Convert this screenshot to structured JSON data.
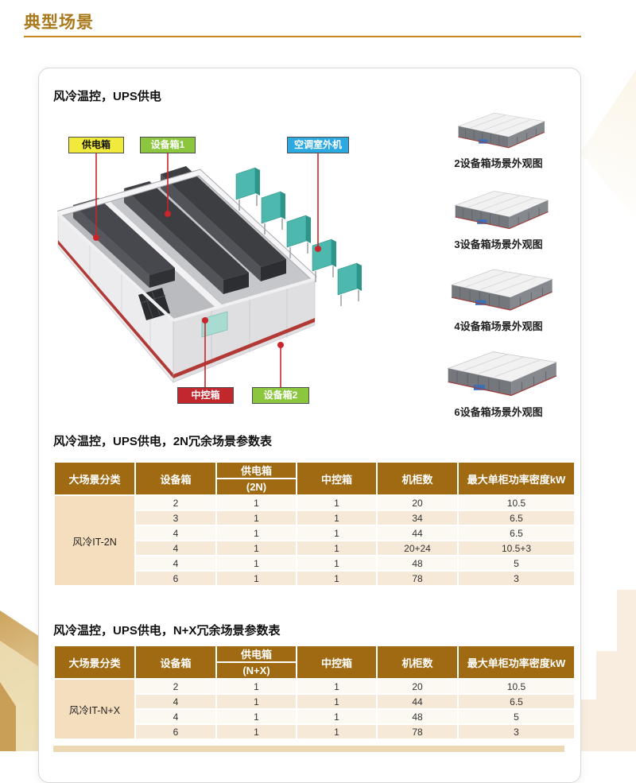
{
  "page": {
    "title": "典型场景",
    "accent_color": "#a9791c"
  },
  "scene": {
    "subtitle": "风冷温控，UPS供电",
    "callouts": {
      "power_box": {
        "label": "供电箱",
        "color": "#f0ea3d"
      },
      "equip_box1": {
        "label": "设备箱1",
        "color": "#8cc63f"
      },
      "ac_outdoor": {
        "label": "空调室外机",
        "color": "#2ba9e0"
      },
      "control_box": {
        "label": "中控箱",
        "color": "#c1272d"
      },
      "equip_box2": {
        "label": "设备箱2",
        "color": "#8cc63f"
      }
    },
    "thumbnails": [
      {
        "caption": "2设备箱场景外观图"
      },
      {
        "caption": "3设备箱场景外观图"
      },
      {
        "caption": "4设备箱场景外观图"
      },
      {
        "caption": "6设备箱场景外观图"
      }
    ]
  },
  "tables": [
    {
      "title": "风冷温控，UPS供电，2N冗余场景参数表",
      "headers": [
        "大场景分类",
        "设备箱",
        "供电箱",
        "中控箱",
        "机柜数",
        "最大单柜功率密度kW"
      ],
      "power_sub": "(2N)",
      "group_label": "风冷IT-2N",
      "rows": [
        [
          "2",
          "1",
          "1",
          "20",
          "10.5"
        ],
        [
          "3",
          "1",
          "1",
          "34",
          "6.5"
        ],
        [
          "4",
          "1",
          "1",
          "44",
          "6.5"
        ],
        [
          "4",
          "1",
          "1",
          "20+24",
          "10.5+3"
        ],
        [
          "4",
          "1",
          "1",
          "48",
          "5"
        ],
        [
          "6",
          "1",
          "1",
          "78",
          "3"
        ]
      ]
    },
    {
      "title": "风冷温控，UPS供电，N+X冗余场景参数表",
      "headers": [
        "大场景分类",
        "设备箱",
        "供电箱",
        "中控箱",
        "机柜数",
        "最大单柜功率密度kW"
      ],
      "power_sub": "(N+X)",
      "group_label": "风冷IT-N+X",
      "rows": [
        [
          "2",
          "1",
          "1",
          "20",
          "10.5"
        ],
        [
          "4",
          "1",
          "1",
          "44",
          "6.5"
        ],
        [
          "4",
          "1",
          "1",
          "48",
          "5"
        ],
        [
          "6",
          "1",
          "1",
          "78",
          "3"
        ]
      ]
    }
  ]
}
